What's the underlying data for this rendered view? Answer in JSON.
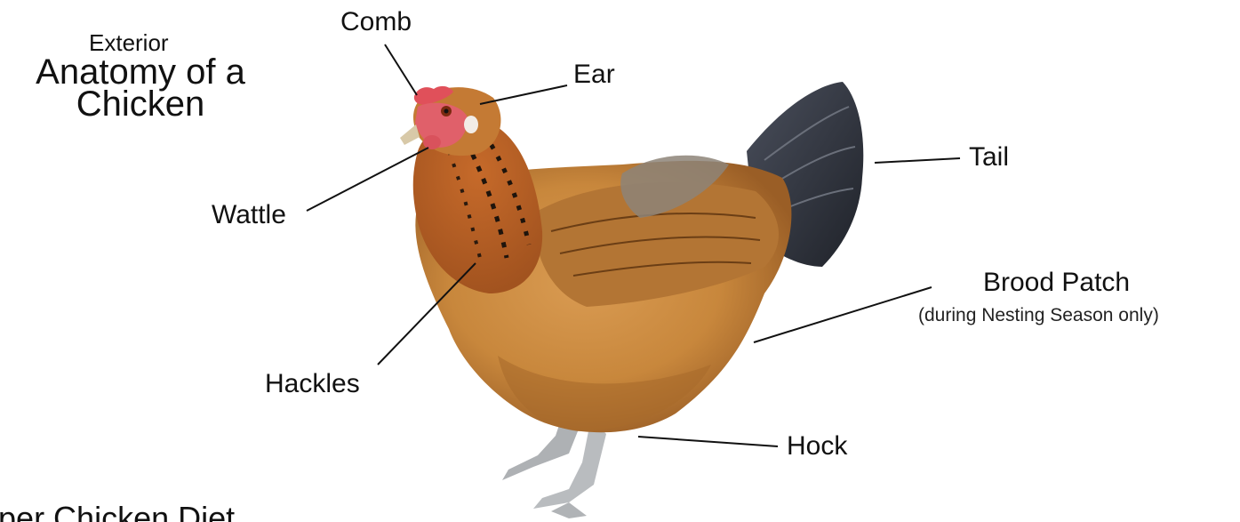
{
  "title": {
    "subtitle": "Exterior",
    "main_line1": "Anatomy of a",
    "main_line2": "Chicken"
  },
  "labels": {
    "comb": "Comb",
    "ear": "Ear",
    "wattle": "Wattle",
    "tail": "Tail",
    "brood_patch": "Brood Patch",
    "brood_patch_note": "(during Nesting Season only)",
    "hackles": "Hackles",
    "hock": "Hock"
  },
  "footer_partial_text": "oper Chicken Diet",
  "colors": {
    "plumage": "#c8873c",
    "plumage_dark": "#8a4f1f",
    "tail": "#2a2e38",
    "comb": "#e0505a",
    "legs": "#b9bcbf",
    "ink": "#111111"
  }
}
